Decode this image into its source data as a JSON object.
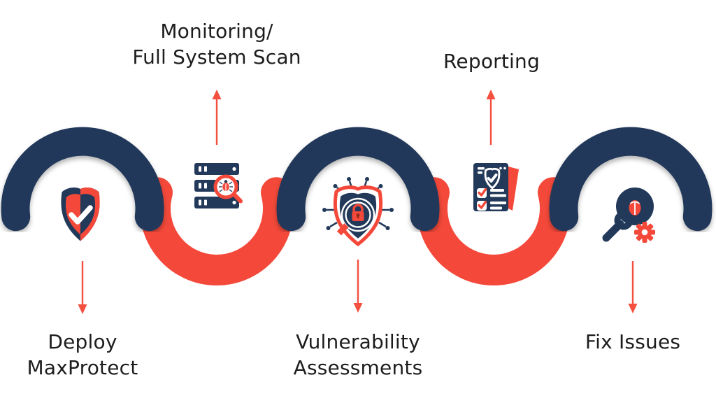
{
  "diagram_title": "",
  "colors": {
    "navy": "#22395a",
    "red": "#f4493a",
    "arrow_red": "#f4503f",
    "text": "#1d1d1f",
    "background": "#ffffff"
  },
  "steps": [
    {
      "id": "deploy-maxprotect",
      "lines": [
        "Deploy",
        "MaxProtect"
      ],
      "icon": "shield-check-icon",
      "label_position": "bottom",
      "arrow_direction": "down"
    },
    {
      "id": "monitoring-full-system-scan",
      "lines": [
        "Monitoring/",
        "Full System Scan"
      ],
      "icon": "server-scan-icon",
      "label_position": "top",
      "arrow_direction": "up"
    },
    {
      "id": "vulnerability-assessments",
      "lines": [
        "Vulnerability",
        "Assessments"
      ],
      "icon": "shield-lock-magnifier-icon",
      "label_position": "bottom",
      "arrow_direction": "down"
    },
    {
      "id": "reporting",
      "lines": [
        "Reporting"
      ],
      "icon": "report-checklist-icon",
      "label_position": "top",
      "arrow_direction": "up"
    },
    {
      "id": "fix-issues",
      "lines": [
        "Fix Issues"
      ],
      "icon": "wrench-bug-gear-icon",
      "label_position": "bottom",
      "arrow_direction": "down"
    }
  ]
}
